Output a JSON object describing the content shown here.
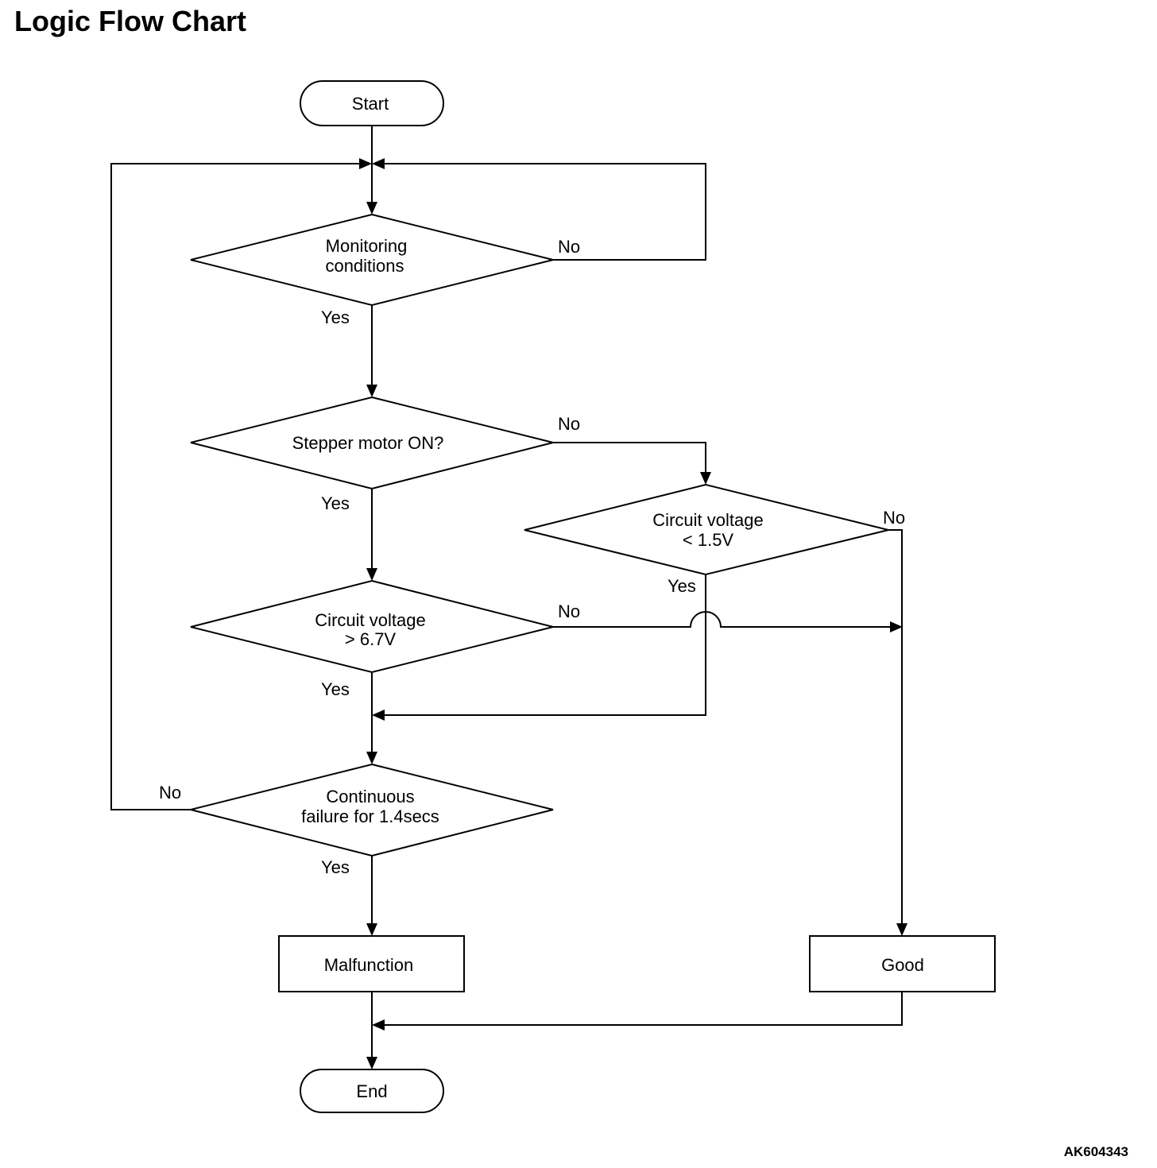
{
  "title": "Logic Flow Chart",
  "figure_id": "AK604343",
  "nodes": {
    "start": "Start",
    "monitoring": [
      "Monitoring",
      "conditions"
    ],
    "stepper": "Stepper motor ON?",
    "cv_low": [
      "Circuit voltage",
      "< 1.5V"
    ],
    "cv_high": [
      "Circuit voltage",
      "> 6.7V"
    ],
    "continuous": [
      "Continuous",
      "failure for 1.4secs"
    ],
    "malfunction": "Malfunction",
    "good": "Good",
    "end": "End"
  },
  "edges": {
    "yes": "Yes",
    "no": "No"
  }
}
